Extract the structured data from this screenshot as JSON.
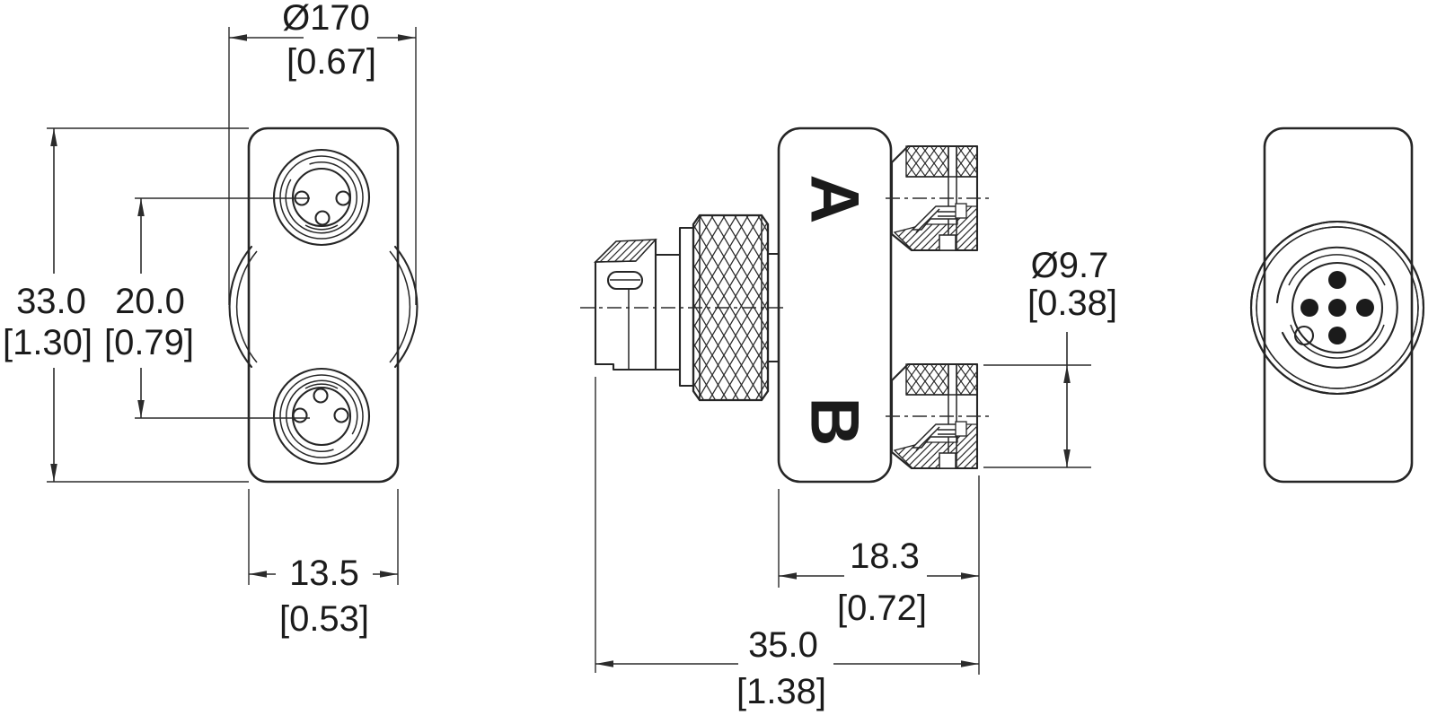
{
  "drawing": {
    "type": "technical-drawing",
    "labels": {
      "port_a": "A",
      "port_b": "B"
    },
    "dimensions": {
      "flange_diameter": {
        "metric": "Ø170",
        "imperial": "[0.67]"
      },
      "overall_height": {
        "metric": "33.0",
        "imperial": "[1.30]"
      },
      "port_spacing": {
        "metric": "20.0",
        "imperial": "[0.79]"
      },
      "body_width": {
        "metric": "13.5",
        "imperial": "[0.53]"
      },
      "coupling_diameter": {
        "metric": "Ø9.7",
        "imperial": "[0.38]"
      },
      "port_section_length": {
        "metric": "18.3",
        "imperial": "[0.72]"
      },
      "overall_length": {
        "metric": "35.0",
        "imperial": "[1.38]"
      }
    },
    "colors": {
      "line": "#262626",
      "text": "#1b1b1b",
      "background": "#ffffff"
    }
  }
}
